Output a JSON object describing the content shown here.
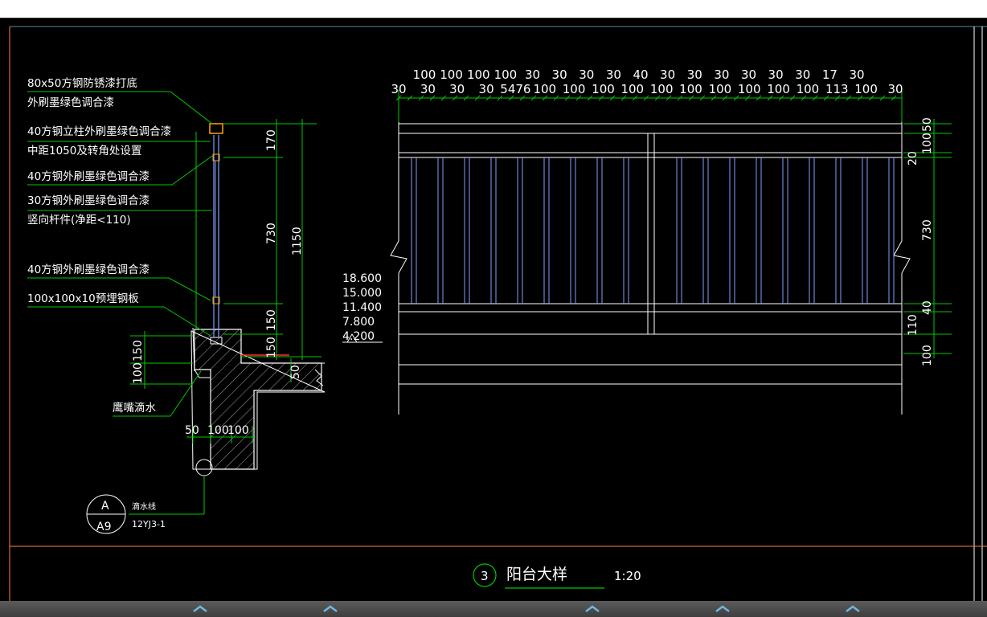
{
  "drawing": {
    "title": "阳台大样",
    "number": "3",
    "scale": "1:20"
  },
  "annotations": {
    "n1": "80x50方钢防锈漆打底",
    "n2": "外刷墨绿色调合漆",
    "n3": "40方钢立柱外刷墨绿色调合漆",
    "n4": "中距1050及转角处设置",
    "n5": "40方钢外刷墨绿色调合漆",
    "n6": "30方钢外刷墨绿色调合漆",
    "n7": "竖向杆件(净距<110)",
    "n8": "40方钢外刷墨绿色调合漆",
    "n9": "100x100x10预埋钢板",
    "n10": "鹰嘴滴水"
  },
  "detail_ref": {
    "top": "A",
    "bottom": "A9",
    "label": "滴水线",
    "atlas": "12YJ3-1"
  },
  "elevations": [
    "18.600",
    "15.000",
    "11.400",
    "7.800",
    "4.200"
  ],
  "section_dims": {
    "d170": "170",
    "d730": "730",
    "d1150": "1150",
    "d150a": "150",
    "d150b": "150",
    "d50": "50",
    "l150": "150",
    "l100": "100",
    "b50": "50",
    "b100a": "100",
    "b100b": "100"
  },
  "elev_top_dims": {
    "row1": [
      "100",
      "100",
      "100",
      "100",
      "30",
      "30",
      "30",
      "30",
      "40",
      "30",
      "30",
      "30",
      "30",
      "30",
      "30",
      "17",
      "30"
    ],
    "row2": [
      "30",
      "30",
      "30",
      "30",
      "5476",
      "100",
      "100",
      "100",
      "100",
      "100",
      "100",
      "100",
      "100",
      "100",
      "100",
      "113",
      "100",
      "30"
    ]
  },
  "elev_right_dims": {
    "r50": "50",
    "r100": "100",
    "r20": "20",
    "r730": "730",
    "r40": "40",
    "r110": "110",
    "r100b": "100"
  },
  "colors": {
    "dimension": "#00c800",
    "steel": "#7f9fff",
    "structure": "#ffffff",
    "accent": "#ff3030",
    "frame": "#ff8040",
    "title_circle": "#00c800"
  }
}
